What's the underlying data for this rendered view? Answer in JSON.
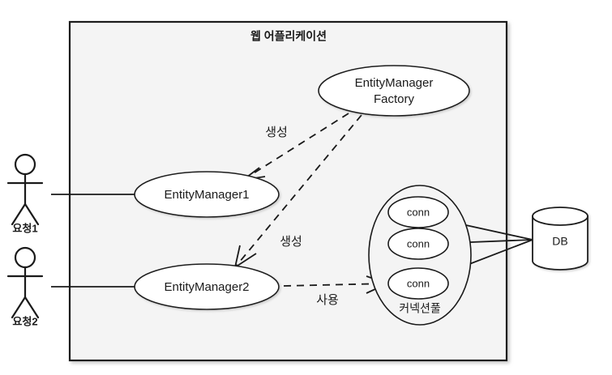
{
  "diagram": {
    "type": "architecture-diagram",
    "container": {
      "title": "웹 어플리케이션",
      "fill": "#f4f4f4",
      "stroke": "#1a1a1a"
    },
    "actors": [
      {
        "id": "actor1",
        "label": "요청1"
      },
      {
        "id": "actor2",
        "label": "요청2"
      }
    ],
    "nodes": [
      {
        "id": "emf",
        "label_line1": "EntityManager",
        "label_line2": "Factory",
        "shape": "ellipse"
      },
      {
        "id": "em1",
        "label": "EntityManager1",
        "shape": "ellipse"
      },
      {
        "id": "em2",
        "label": "EntityManager2",
        "shape": "ellipse"
      },
      {
        "id": "pool",
        "label": "커넥션풀",
        "shape": "ellipse"
      },
      {
        "id": "db",
        "label": "DB",
        "shape": "cylinder"
      }
    ],
    "connections": [
      {
        "id": "conn1",
        "label": "conn"
      },
      {
        "id": "conn2",
        "label": "conn"
      },
      {
        "id": "conn3",
        "label": "conn"
      }
    ],
    "edges": [
      {
        "id": "emf-em1",
        "label": "생성",
        "style": "dashed",
        "from": "emf",
        "to": "em1"
      },
      {
        "id": "emf-em2",
        "label": "생성",
        "style": "dashed",
        "from": "emf",
        "to": "em2"
      },
      {
        "id": "em2-conn3",
        "label": "사용",
        "style": "dashed",
        "from": "em2",
        "to": "conn3"
      },
      {
        "id": "actor1-em1",
        "label": "",
        "style": "solid",
        "from": "actor1",
        "to": "em1"
      },
      {
        "id": "actor2-em2",
        "label": "",
        "style": "solid",
        "from": "actor2",
        "to": "em2"
      },
      {
        "id": "conn1-db",
        "label": "",
        "style": "solid",
        "from": "conn1",
        "to": "db"
      },
      {
        "id": "conn2-db",
        "label": "",
        "style": "solid",
        "from": "conn2",
        "to": "db"
      },
      {
        "id": "conn3-db",
        "label": "",
        "style": "solid",
        "from": "conn3",
        "to": "db"
      }
    ]
  }
}
